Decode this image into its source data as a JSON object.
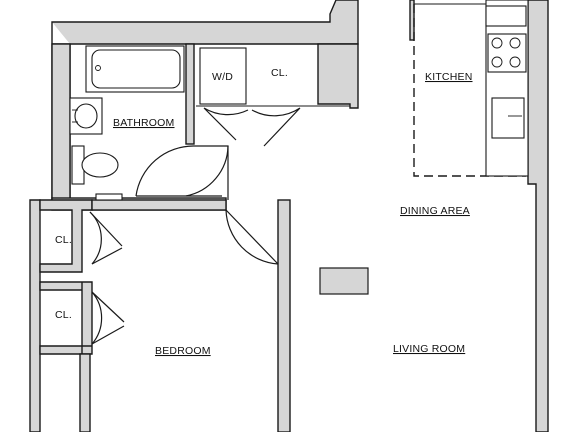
{
  "rooms": {
    "bathroom": "BATHROOM",
    "washer_dryer": "W/D",
    "bath_closet": "CL.",
    "kitchen": "KITCHEN",
    "dining_area": "DINING AREA",
    "bedroom_closet_upper": "CL.",
    "bedroom_closet_lower": "CL.",
    "bedroom": "BEDROOM",
    "living_room": "LIVING ROOM"
  },
  "colors": {
    "wall_fill": "#d6d6d6",
    "line": "#1a1a1a",
    "background": "#ffffff"
  }
}
